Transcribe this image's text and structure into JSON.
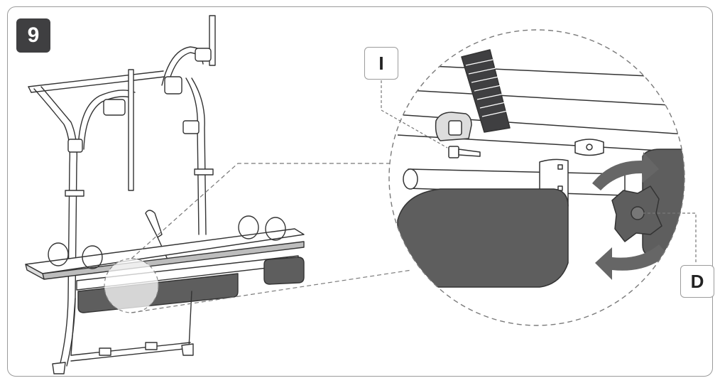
{
  "step": {
    "number": "9"
  },
  "callouts": [
    {
      "label": "I"
    },
    {
      "label": "D"
    }
  ],
  "icons": [
    "bike-rack-icon",
    "screwdriver-icon",
    "knob-icon",
    "bolt-icon",
    "rotation-arrow-icon"
  ],
  "colors": {
    "frame": "#9a9a9a",
    "badge": "#3f3f41",
    "line": "#333333",
    "shade": "#5e5e5e"
  }
}
